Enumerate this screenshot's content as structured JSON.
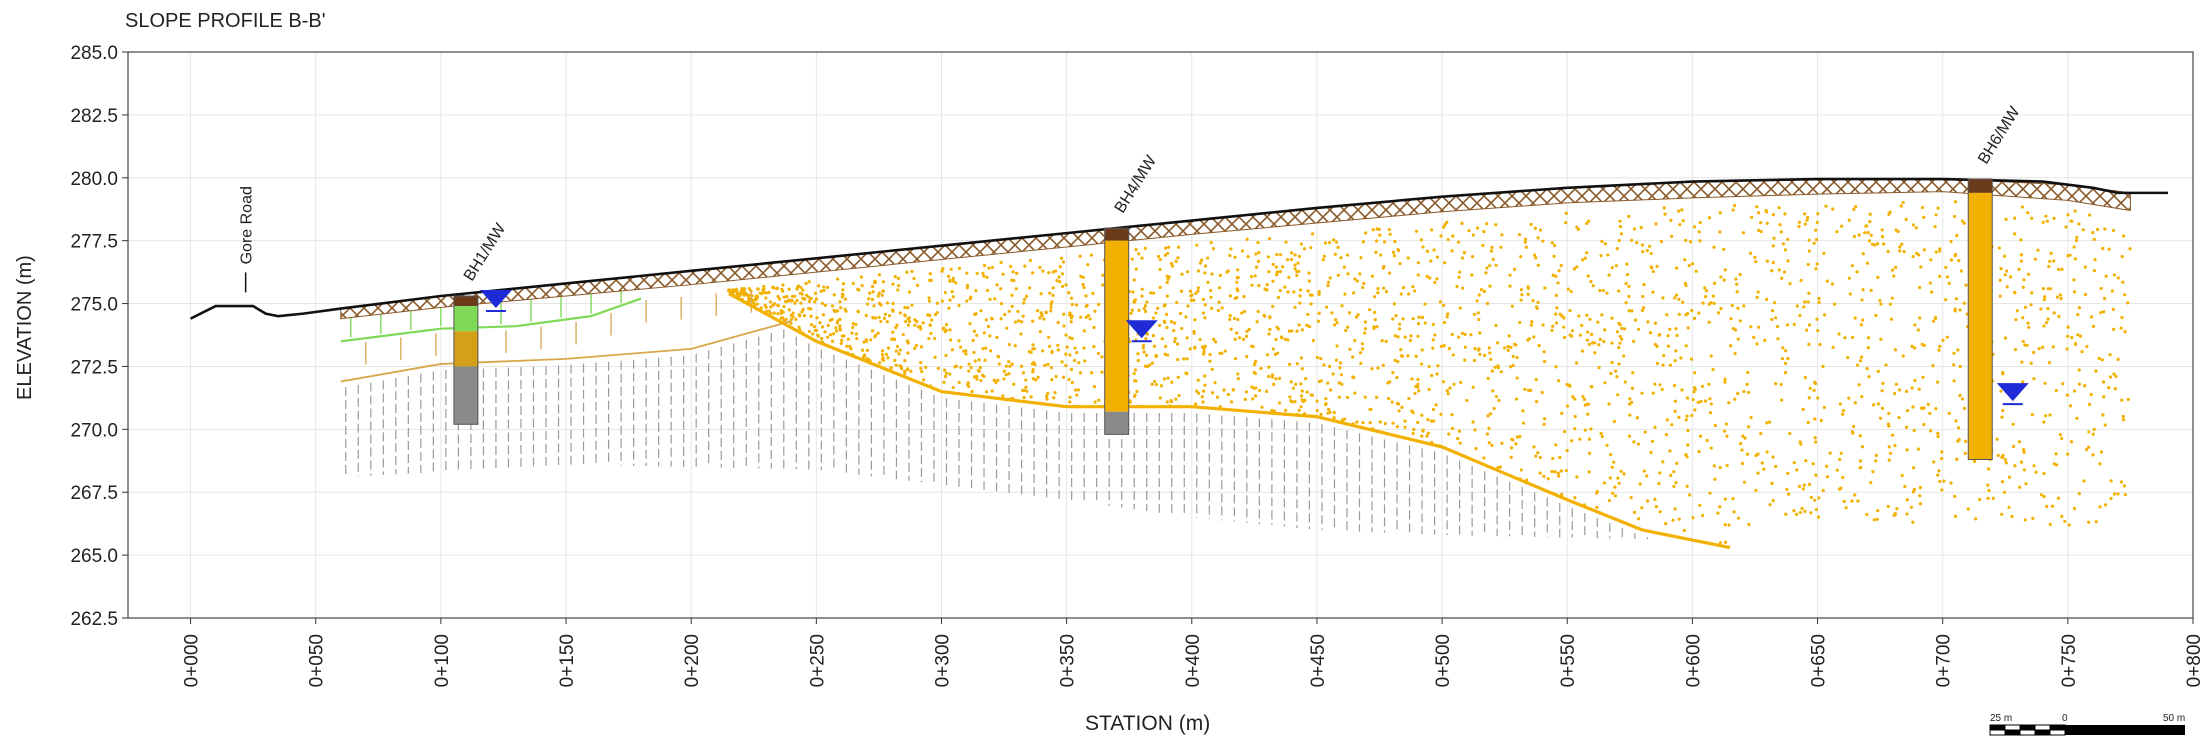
{
  "chart_data": {
    "type": "cross-section",
    "title": "SLOPE PROFILE B-B'",
    "xlabel": "STATION (m)",
    "ylabel": "ELEVATION (m)",
    "xlim": [
      -25,
      800
    ],
    "ylim": [
      262.5,
      285.0
    ],
    "x_ticks": [
      "0+000",
      "0+050",
      "0+100",
      "0+150",
      "0+200",
      "0+250",
      "0+300",
      "0+350",
      "0+400",
      "0+450",
      "0+500",
      "0+550",
      "0+600",
      "0+650",
      "0+700",
      "0+750",
      "0+800"
    ],
    "y_ticks": [
      "262.5",
      "265.0",
      "267.5",
      "270.0",
      "272.5",
      "275.0",
      "277.5",
      "280.0",
      "282.5",
      "285.0"
    ],
    "colors": {
      "ground_surface": "#111111",
      "fill_layer": "#8b5a2b",
      "sand": "#f2b000",
      "topsoil": "#7ed957",
      "bedrock": "#9a9a9a",
      "water_table": "#1f2bd6"
    },
    "ground_surface": {
      "x": [
        0,
        10,
        25,
        30,
        35,
        45,
        60,
        100,
        150,
        200,
        250,
        300,
        350,
        400,
        450,
        500,
        550,
        600,
        650,
        700,
        740,
        760,
        770,
        790
      ],
      "y": [
        274.4,
        274.9,
        274.9,
        274.6,
        274.5,
        274.6,
        274.8,
        275.3,
        275.8,
        276.3,
        276.8,
        277.3,
        277.8,
        278.3,
        278.8,
        279.25,
        279.6,
        279.85,
        279.95,
        279.95,
        279.85,
        279.6,
        279.4,
        279.4
      ]
    },
    "fill_base": {
      "x": [
        60,
        100,
        150,
        200,
        250,
        300,
        350,
        400,
        450,
        500,
        550,
        600,
        650,
        700,
        750,
        775
      ],
      "y": [
        274.4,
        274.85,
        275.3,
        275.75,
        276.25,
        276.75,
        277.25,
        277.75,
        278.2,
        278.65,
        279.0,
        279.2,
        279.35,
        279.45,
        279.1,
        278.7
      ]
    },
    "topsoil_base": {
      "x": [
        60,
        100,
        130,
        160,
        180
      ],
      "y": [
        273.5,
        274.0,
        274.1,
        274.5,
        275.2
      ]
    },
    "sand_contact": {
      "x": [
        215,
        250,
        300,
        350,
        400,
        450,
        500,
        550,
        580,
        615
      ],
      "y": [
        275.4,
        273.5,
        271.5,
        270.9,
        270.9,
        270.5,
        269.3,
        267.2,
        266.0,
        265.3
      ]
    },
    "bedrock_top": {
      "x": [
        60,
        100,
        150,
        200,
        240
      ],
      "y": [
        271.9,
        272.6,
        272.8,
        273.2,
        274.3
      ]
    },
    "bedrock_hatch_base": {
      "x": [
        60,
        100,
        150,
        200,
        250,
        300,
        350,
        400,
        450,
        500,
        550,
        600
      ],
      "y": [
        268.1,
        268.3,
        268.6,
        268.5,
        268.4,
        267.8,
        267.2,
        266.5,
        266.0,
        265.8,
        265.7,
        265.6
      ]
    },
    "sand_extent": {
      "x": [
        215,
        300,
        400,
        500,
        560,
        600,
        650,
        700,
        750,
        775
      ],
      "y": [
        275.4,
        275,
        274.5,
        274,
        273.8,
        265.5,
        266.0,
        265.9,
        266.0,
        266.5
      ]
    },
    "boreholes": [
      {
        "name": "BH1/MW",
        "station": 110,
        "top": 275.3,
        "bottom": 270.2,
        "water_table": 275.3,
        "water_station": 122,
        "layers": [
          {
            "from": 275.3,
            "to": 274.9,
            "color": "#6b3a1a"
          },
          {
            "from": 274.9,
            "to": 273.9,
            "color": "#7ed957"
          },
          {
            "from": 273.9,
            "to": 272.5,
            "color": "#d4a017"
          },
          {
            "from": 272.5,
            "to": 270.2,
            "color": "#8a8a8a"
          }
        ]
      },
      {
        "name": "BH4/MW",
        "station": 370,
        "top": 278.0,
        "bottom": 269.8,
        "water_table": 274.1,
        "water_station": 380,
        "layers": [
          {
            "from": 278.0,
            "to": 277.5,
            "color": "#6b3a1a"
          },
          {
            "from": 277.5,
            "to": 270.7,
            "color": "#f2b000"
          },
          {
            "from": 270.7,
            "to": 269.8,
            "color": "#8a8a8a"
          }
        ]
      },
      {
        "name": "BH6/MW",
        "station": 715,
        "top": 279.95,
        "bottom": 268.8,
        "water_table": 271.6,
        "water_station": 728,
        "layers": [
          {
            "from": 279.95,
            "to": 279.4,
            "color": "#6b3a1a"
          },
          {
            "from": 279.4,
            "to": 268.8,
            "color": "#f2b000"
          }
        ]
      }
    ],
    "annotations": [
      {
        "text": "Gore Road",
        "station": 22,
        "elevation": 276.0
      }
    ],
    "scale_bar": {
      "labels": [
        "25 m",
        "0",
        "50 m"
      ]
    }
  }
}
